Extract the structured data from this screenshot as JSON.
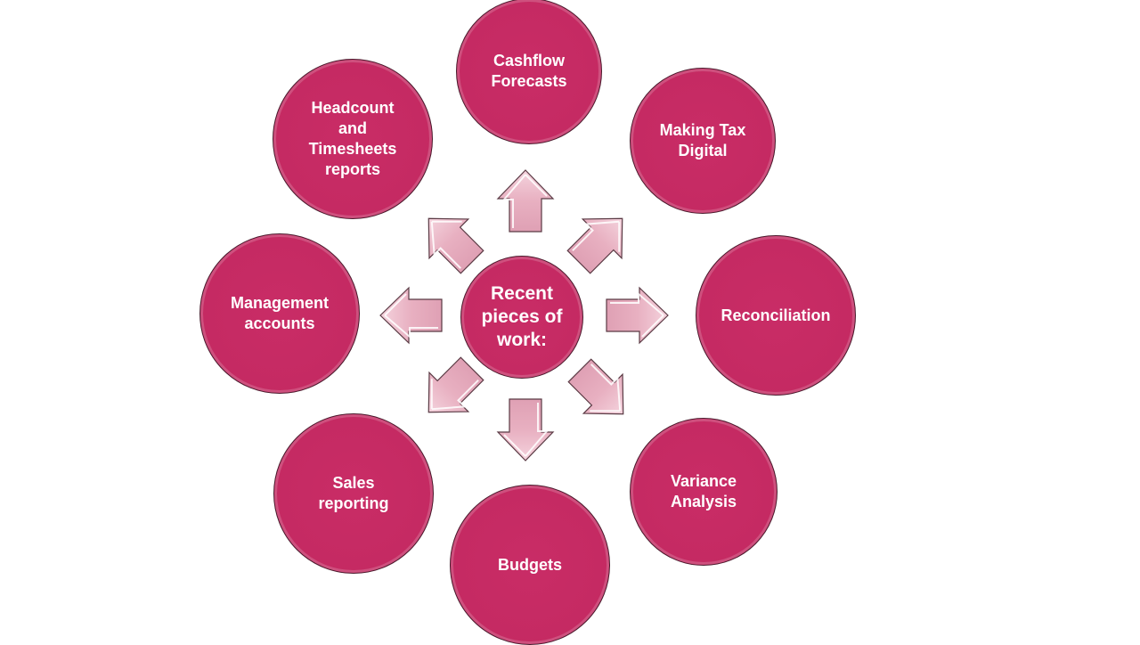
{
  "diagram": {
    "center_label": "Recent\npieces of\nwork:",
    "items": [
      {
        "label": "Cashflow\nForecasts"
      },
      {
        "label": "Making Tax\nDigital"
      },
      {
        "label": "Reconciliation"
      },
      {
        "label": "Variance\nAnalysis"
      },
      {
        "label": "Budgets"
      },
      {
        "label": "Sales\nreporting"
      },
      {
        "label": "Management\naccounts"
      },
      {
        "label": "Headcount\nand\nTimesheets\nreports"
      }
    ]
  },
  "colors": {
    "circle_fill": "#c42a62",
    "circle_border": "#4a1a2c",
    "arrow_fill": "#e8b4c4",
    "arrow_stroke": "#5a3a44",
    "text": "#ffffff"
  }
}
